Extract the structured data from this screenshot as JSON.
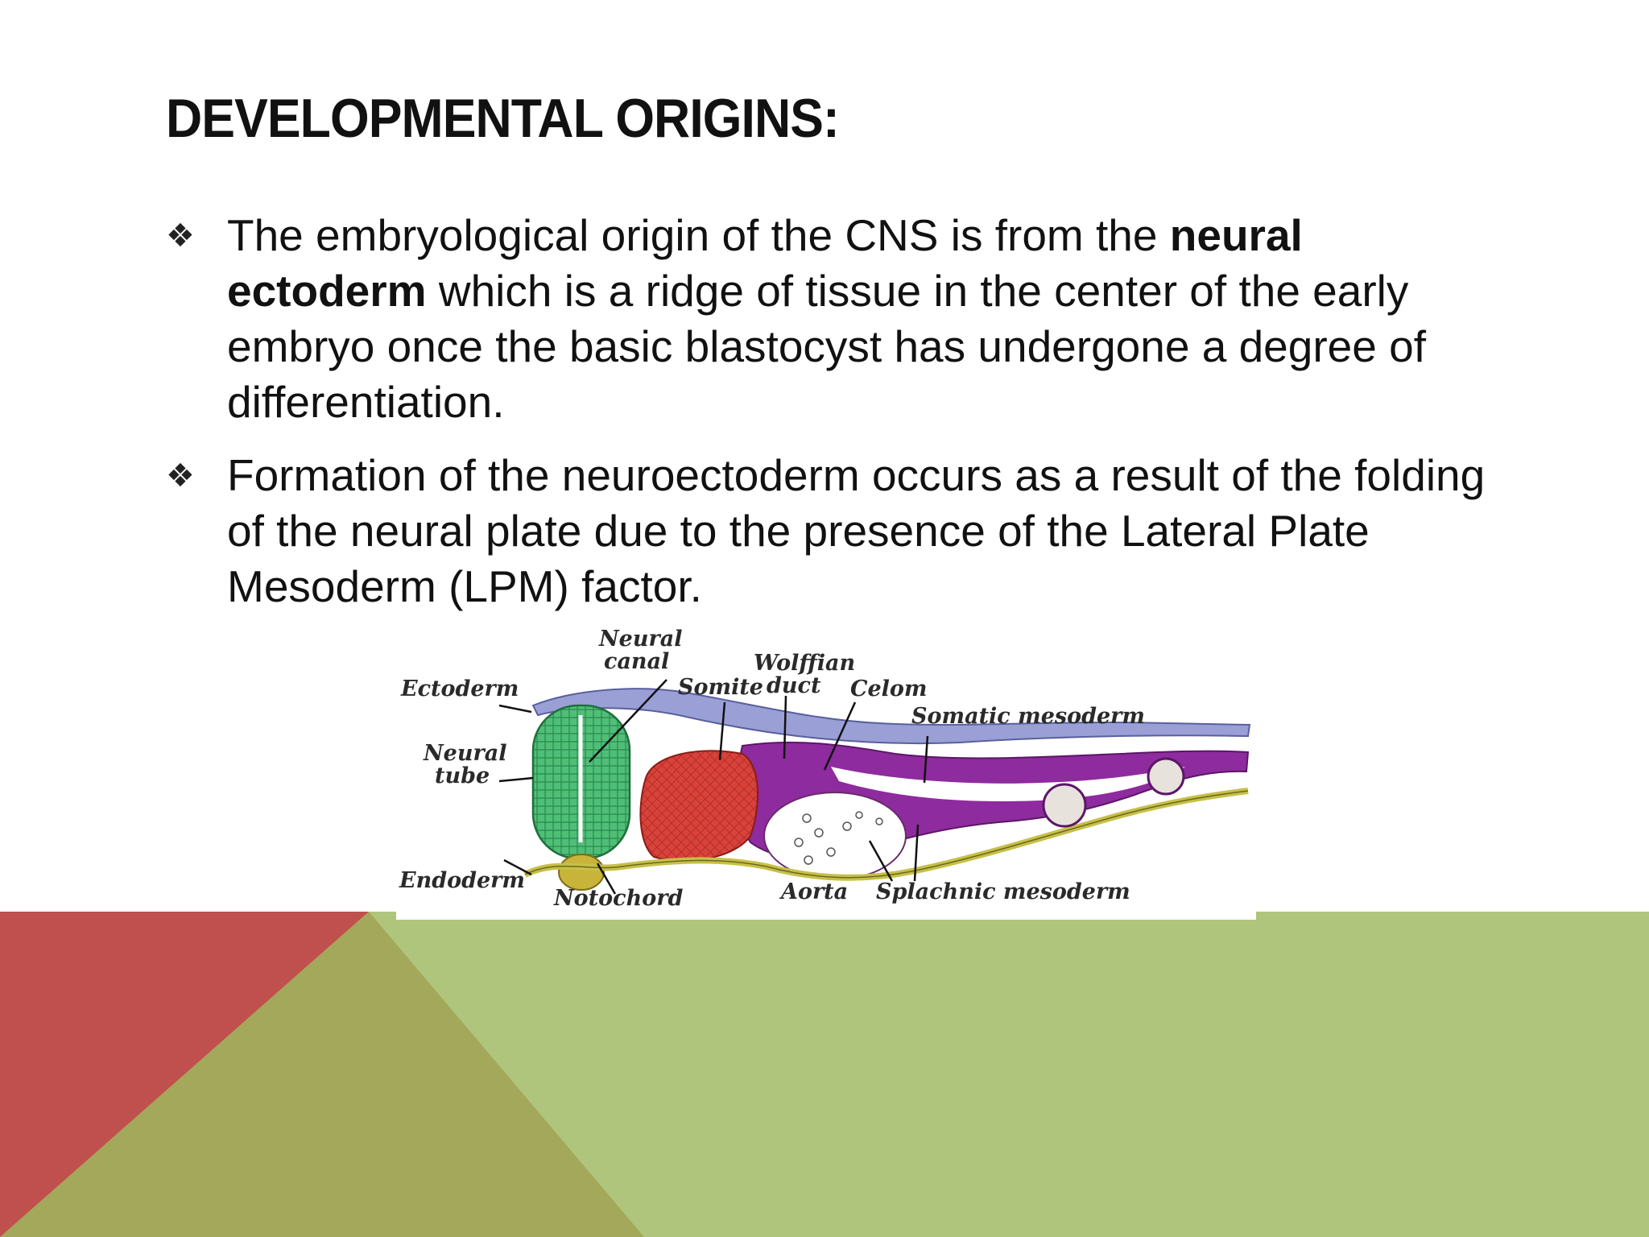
{
  "slide": {
    "title": "DEVELOPMENTAL ORIGINS:",
    "bullets": [
      {
        "icon": "diamond-bullet-icon",
        "text_before": "The embryological origin of the CNS is from the ",
        "bold": "neural ectoderm",
        "text_after": " which is a ridge of tissue in the center of the early embryo once the basic blastocyst has undergone a degree of differentiation."
      },
      {
        "icon": "diamond-bullet-icon",
        "text": "Formation of the neuroectoderm occurs as a result of the folding of the neural plate due to the presence of the Lateral Plate Mesoderm (LPM) factor."
      }
    ]
  },
  "figure": {
    "labels": {
      "neural_canal_1": "Neural",
      "neural_canal_2": "canal",
      "wolffian_1": "Wolffian",
      "wolffian_2": "duct",
      "somite": "Somite",
      "celom": "Celom",
      "ectoderm": "Ectoderm",
      "somatic_mesoderm": "Somatic mesoderm",
      "neural_tube_1": "Neural",
      "neural_tube_2": "tube",
      "endoderm": "Endoderm",
      "notochord": "Notochord",
      "aorta": "Aorta",
      "splachnic_mesoderm": "Splachnic mesoderm"
    }
  },
  "colors": {
    "background_green": "#b0c57c",
    "olive_triangle": "#a3a85a",
    "red_triangle": "#c0504d"
  }
}
